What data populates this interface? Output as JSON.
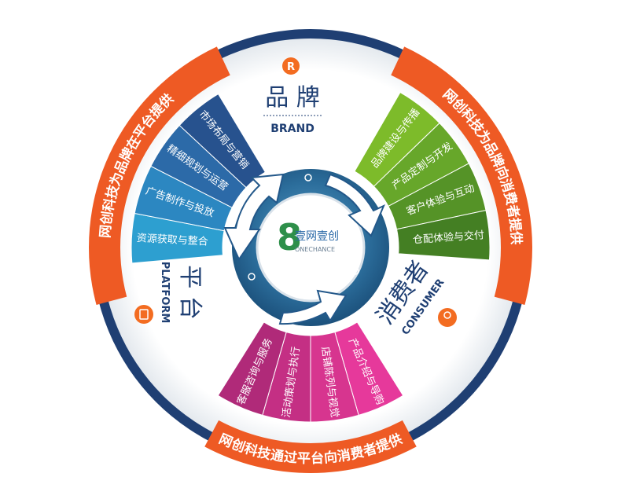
{
  "banners": {
    "left": "网创科技为品牌在平台提供",
    "right": "网创科技为品牌向消费者提供",
    "bottom": "网创科技通过平台向消费者提供"
  },
  "brand": {
    "title": "品 牌",
    "subtitle": "BRAND",
    "badge": "R",
    "items": [
      "品牌建设与传播",
      "产品定制与开发",
      "客户体验与互动",
      "仓配体验与交付"
    ]
  },
  "platform": {
    "title": "平 台",
    "subtitle": "PLATFORM",
    "items": [
      "资源获取与整合",
      "广告制作与投放",
      "精细规划与运营",
      "市场布局与营销"
    ]
  },
  "consumer": {
    "title": "消费者",
    "subtitle": "CONSUMER",
    "items": [
      "产品介绍与导购",
      "店铺陈列与视觉",
      "活动策划与执行",
      "客服咨询与服务"
    ]
  },
  "logo": {
    "mark": "8",
    "name": "壹网壹创",
    "tagline": "ONECHANCE"
  },
  "colors": {
    "ring": "#1f3f73",
    "banner": "#ee5a24",
    "badge": "#f36c21",
    "center": "#2c6e9c",
    "green": [
      "#7dbb2a",
      "#67a72a",
      "#559327",
      "#447f23"
    ],
    "blue": [
      "#2d9fd0",
      "#2c87c1",
      "#2c6aa8",
      "#27528e"
    ],
    "pink": [
      "#e6399b",
      "#d7358f",
      "#c42f84",
      "#b02a79"
    ]
  }
}
